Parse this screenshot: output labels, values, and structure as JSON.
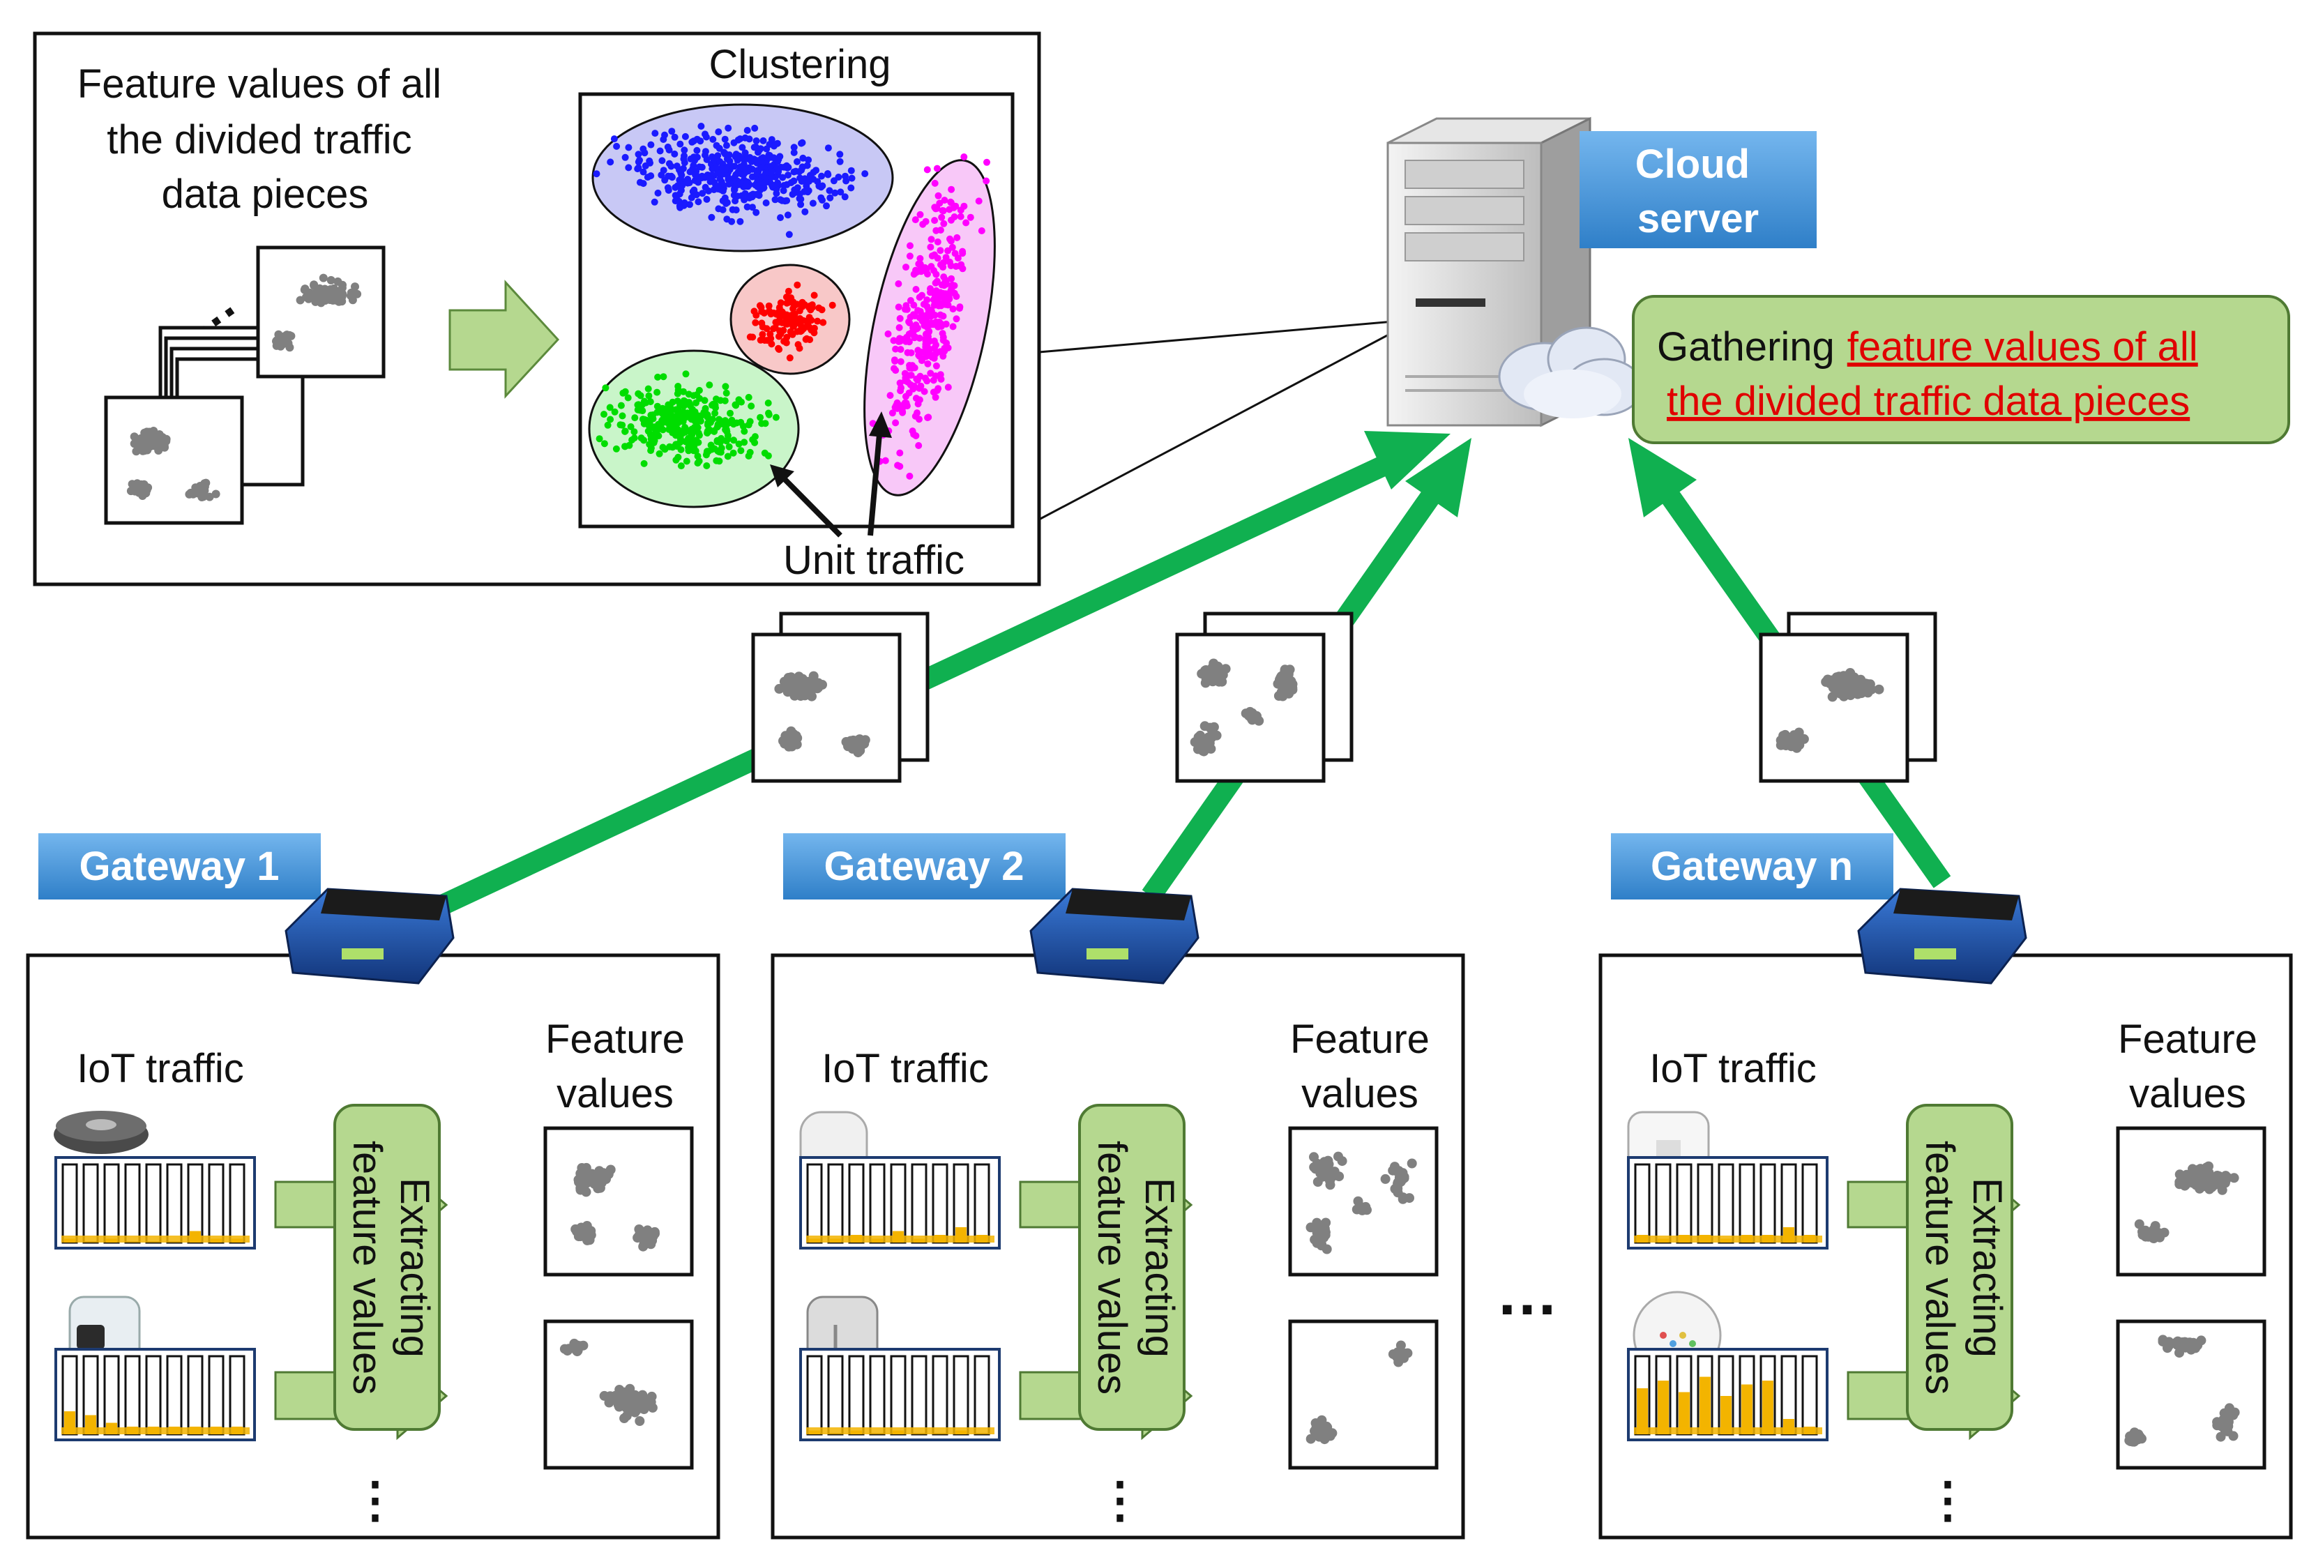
{
  "clustering": {
    "description_lines": [
      "Feature values of all",
      "the divided traffic",
      "data pieces"
    ],
    "title": "Clustering",
    "unit_traffic_label": "Unit traffic"
  },
  "cloud": {
    "label_lines": [
      "Cloud",
      "server"
    ],
    "gathering_prefix": "Gathering",
    "gathering_highlight_lines": [
      "feature values of all",
      "the divided traffic data pieces"
    ]
  },
  "gateways": [
    {
      "name": "Gateway 1",
      "iot_label": "IoT traffic",
      "feature_label_lines": [
        "Feature",
        "values"
      ],
      "extract_label_lines": [
        "Extracting",
        "feature values"
      ],
      "more_marker": "⋮"
    },
    {
      "name": "Gateway 2",
      "iot_label": "IoT traffic",
      "feature_label_lines": [
        "Feature",
        "values"
      ],
      "extract_label_lines": [
        "Extracting",
        "feature values"
      ],
      "more_marker": "⋮"
    },
    {
      "name": "Gateway n",
      "iot_label": "IoT traffic",
      "feature_label_lines": [
        "Feature",
        "values"
      ],
      "extract_label_lines": [
        "Extracting",
        "feature values"
      ],
      "more_marker": "⋮"
    }
  ],
  "between_gateways_marker": "…",
  "colors": {
    "cluster_blue": "#1a1aff",
    "cluster_red": "#ff0000",
    "cluster_green": "#00dd00",
    "cluster_magenta": "#ff00ff",
    "flow_arrow": "#10b050",
    "label_box_blue": "#3d8fd6",
    "gathering_box": "#b5d88f",
    "highlight_red": "#e00000",
    "bar_fill": "#f3b400"
  },
  "icons": [
    "server-icon",
    "cloud-icon",
    "router-icon",
    "robot-vacuum-icon",
    "camera-icon",
    "smart-speaker-icon",
    "smart-plug-icon",
    "smart-hub-icon"
  ]
}
